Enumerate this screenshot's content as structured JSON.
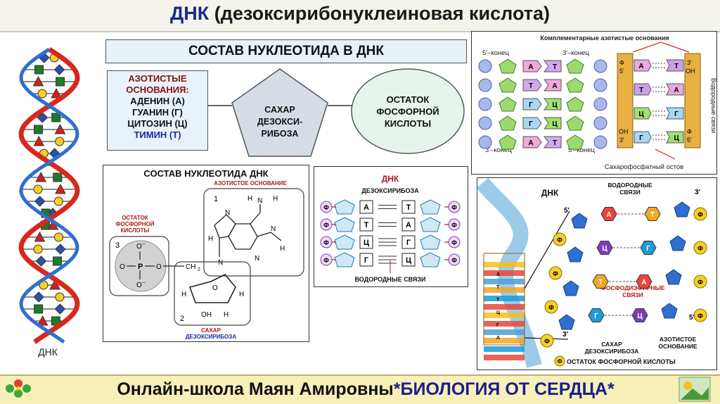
{
  "header": {
    "title_abbr": "ДНК",
    "title_rest": " (дезоксирибонуклеиновая кислота)"
  },
  "left_helix": {
    "label": "ДНК"
  },
  "nucleotide_scheme": {
    "heading": "СОСТАВ НУКЛЕОТИДА В ДНК",
    "bases_title_1": "АЗОТИСТЫЕ",
    "bases_title_2": "ОСНОВАНИЯ:",
    "bases": [
      "АДЕНИН (А)",
      "ГУАНИН (Г)",
      "ЦИТОЗИН (Ц)"
    ],
    "thymine": "ТИМИН (Т)",
    "sugar": [
      "САХАР",
      "ДЕЗОКСИ-",
      "РИБОЗА"
    ],
    "acid": [
      "ОСТАТОК",
      "ФОСФОРНОЙ",
      "КИСЛОТЫ"
    ]
  },
  "structure_panel": {
    "heading": "СОСТАВ НУКЛЕОТИДА ДНК",
    "base_caption": "АЗОТИСТОЕ ОСНОВАНИЕ",
    "phosphate_caption": [
      "ОСТАТОК",
      "ФОСФОРНОЙ",
      "КИСЛОТЫ"
    ],
    "sugar_caption": [
      "САХАР",
      "ДЕЗОКСИРИБОЗА"
    ],
    "num_1": "1",
    "num_2": "2",
    "num_3": "3",
    "atoms": {
      "N": "N",
      "H": "H",
      "O": "O",
      "P": "P",
      "OH": "OH",
      "CH2": "CH",
      "sub2": "2",
      "Ominus": "O",
      "minus": "−"
    }
  },
  "dna_panel": {
    "heading": "ДНК",
    "sugar_label": "ДЕЗОКСИРИБОЗА",
    "left": [
      "А",
      "Т",
      "Ц",
      "Г"
    ],
    "right": [
      "Т",
      "А",
      "Г",
      "Ц"
    ],
    "phosphate": "Ф",
    "bonds_label": "ВОДОРОДНЫЕ СВЯЗИ"
  },
  "complementary_panel": {
    "heading": "Комплементарные азотистые основания",
    "end5_top": "5'–конец",
    "end3_top": "3'–конец",
    "end3_bottom": "3'–конец",
    "end5_bottom": "5'–конец",
    "left_bases": [
      "А",
      "Т",
      "Г",
      "Г",
      "А"
    ],
    "right_bases": [
      "Т",
      "А",
      "Ц",
      "Ц",
      "Т"
    ],
    "ladder_left": [
      "А",
      "Т",
      "Ц",
      "Г"
    ],
    "ladder_right": [
      "Т",
      "А",
      "Г",
      "Ц"
    ],
    "f": "Ф",
    "five": "5'",
    "three": "3'",
    "oh": "ОН",
    "hbonds_vertical": "Водородные связи",
    "backbone": "Сахарофосфатный остов"
  },
  "helix_panel": {
    "heading": "ДНК",
    "hbonds": [
      "ВОДОРОДНЫЕ",
      "СВЯЗИ"
    ],
    "phosphodiester": [
      "ФОСФОДИЭФИРНЫЕ",
      "СВЯЗИ"
    ],
    "sugar": [
      "САХАР",
      "ДЕЗОКСИРИБОЗА"
    ],
    "base": [
      "АЗОТИСТОЕ",
      "ОСНОВАНИЕ"
    ],
    "phosphate_legend": "ОСТАТОК ФОСФОРНОЙ КИСЛОТЫ",
    "f": "Ф",
    "three": "3'",
    "five": "5'",
    "row1": [
      "А",
      "Т"
    ],
    "row2": [
      "Ц",
      "Г"
    ],
    "row3": [
      "Т",
      "А"
    ],
    "row4": [
      "Г",
      "Ц"
    ],
    "ladder_letters": [
      "А",
      "Т",
      "Т",
      "Ц",
      "Г",
      "А"
    ]
  },
  "footer": {
    "text": "Онлайн-школа Маян Амировны",
    "brand": "*БИОЛОГИЯ ОТ СЕРДЦА*"
  },
  "colors": {
    "A": "#e8463c",
    "T": "#f5a623",
    "C": "#7a3fb8",
    "G": "#1f9ad6",
    "helix_red": "#d8281c",
    "helix_blue": "#2e6fd0"
  }
}
